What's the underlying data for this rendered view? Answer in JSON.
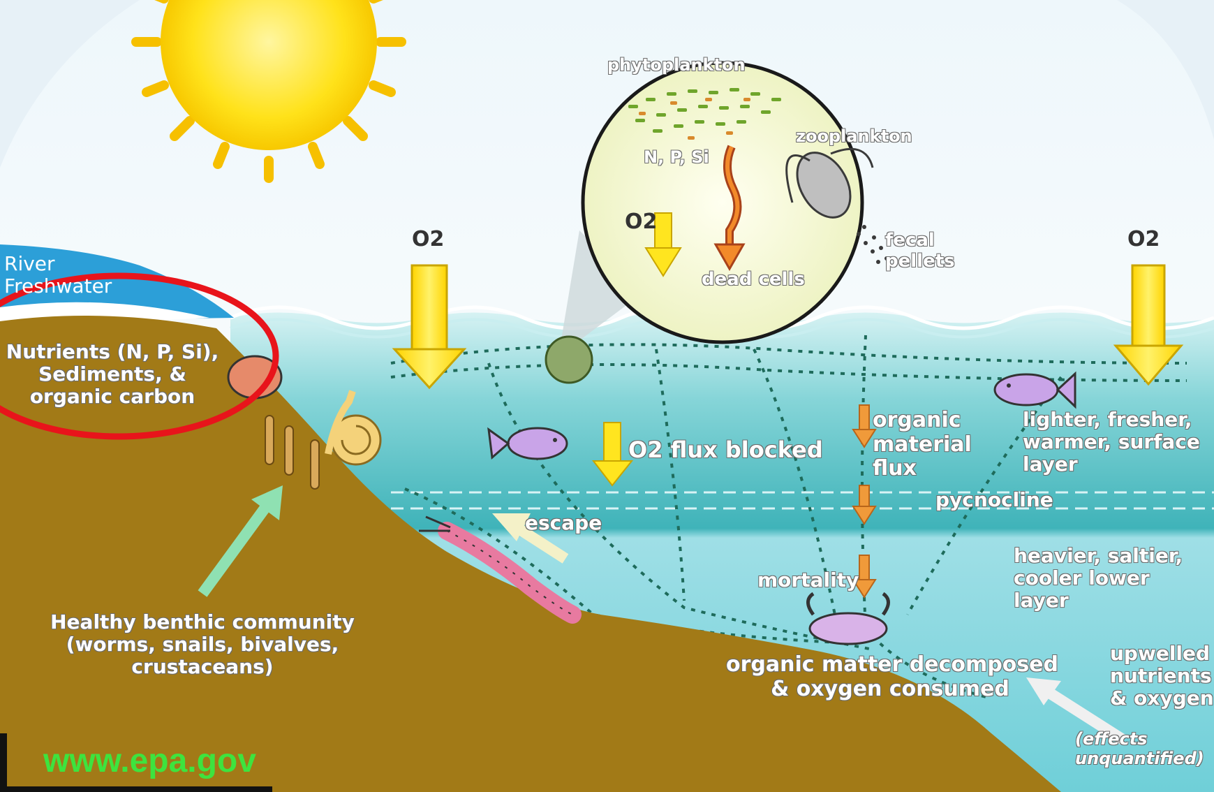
{
  "labels": {
    "phytoplankton": "phytoplankton",
    "zooplankton": "zooplankton",
    "nps_inset": "N, P, Si",
    "o2_inset": "O2",
    "dead_cells": "dead cells",
    "fecal_pellets": "fecal\npellets",
    "o2_left": "O2",
    "o2_right": "O2",
    "river": "River\nFreshwater",
    "nutrients": "Nutrients (N, P, Si),\nSediments, &\norganic carbon",
    "o2_flux_blocked": "O2 flux blocked",
    "organic_material_flux": "organic\nmaterial\nflux",
    "lighter_layer": "lighter, fresher,\nwarmer, surface\nlayer",
    "pycnocline": "pycnocline",
    "escape": "escape",
    "heavier_layer": "heavier, saltier,\ncooler lower\nlayer",
    "mortality": "mortality",
    "benthic": "Healthy benthic community\n(worms, snails, bivalves,\ncrustaceans)",
    "decomposed": "organic matter decomposed\n& oxygen consumed",
    "upwelled": "upwelled\nnutrients\n& oxygen",
    "effects": "(effects\nunquantified)",
    "source_url": "www.epa.gov"
  },
  "colors": {
    "sky_top": "#f2f8fb",
    "water_surface": "#c9eef0",
    "water_mid": "#5fc3c8",
    "water_deep": "#9fdfe6",
    "sediment": "#a27a17",
    "sun": "#ffe21a",
    "arrow_yellow": "#ffe51f",
    "highlight_circle": "#e8141b",
    "url_green": "#3ee33e"
  }
}
